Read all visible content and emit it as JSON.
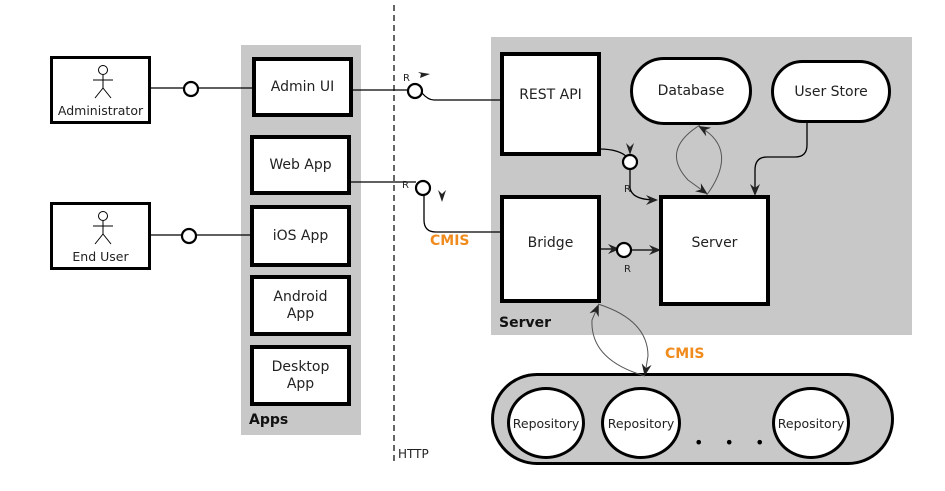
{
  "actors": [
    {
      "id": "administrator",
      "label": "Administrator",
      "icon": "stick-figure-icon"
    },
    {
      "id": "end-user",
      "label": "End User",
      "icon": "stick-figure-icon"
    }
  ],
  "apps_group": {
    "label": "Apps",
    "items": [
      {
        "id": "admin-ui",
        "label": "Admin UI"
      },
      {
        "id": "web-app",
        "label": "Web App"
      },
      {
        "id": "ios-app",
        "label": "iOS App"
      },
      {
        "id": "android-app",
        "label": "Android App"
      },
      {
        "id": "desktop-app",
        "label": "Desktop App"
      }
    ]
  },
  "boundary": {
    "label": "HTTP"
  },
  "server_group": {
    "label": "Server",
    "components": [
      {
        "id": "rest-api",
        "label": "REST API"
      },
      {
        "id": "bridge",
        "label": "Bridge"
      },
      {
        "id": "server",
        "label": "Server"
      }
    ],
    "stores": [
      {
        "id": "database",
        "label": "Database"
      },
      {
        "id": "user-store",
        "label": "User Store"
      }
    ]
  },
  "repositories": {
    "items": [
      "Repository",
      "Repository",
      "Repository"
    ],
    "ellipsis": "• • •"
  },
  "protocol_labels": {
    "cmis_http": "CMIS",
    "cmis_repo": "CMIS"
  },
  "interface_label": "R",
  "colors": {
    "panel": "#c8c8c8",
    "accent": "#f08c1e"
  }
}
